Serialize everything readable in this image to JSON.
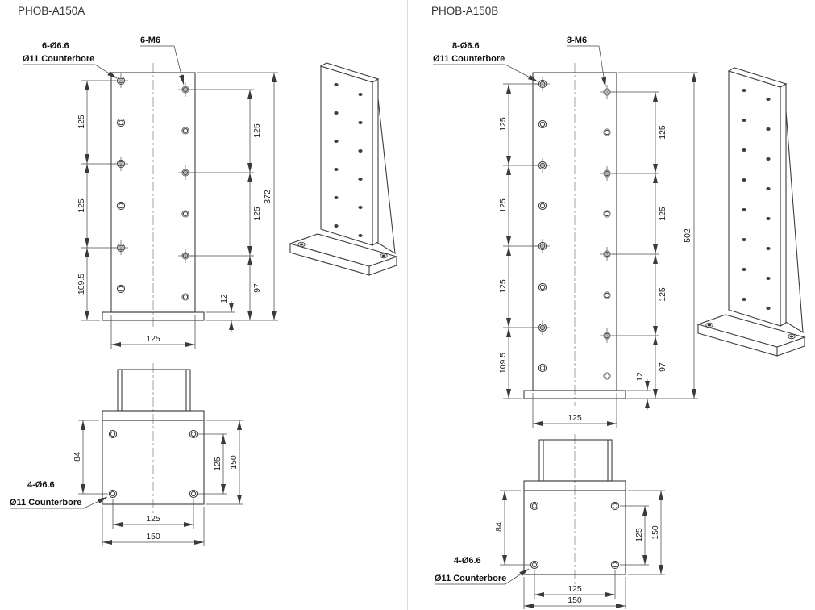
{
  "colors": {
    "ink": "#3c3c3c",
    "dim_line": "#4a4a4a",
    "centerline": "#8a8a8a",
    "divider": "#dcdcdc",
    "background": "#ffffff"
  },
  "panels": [
    {
      "title": "PHOB-A150A",
      "front": {
        "callout_cb": {
          "line1": "6-Ø6.6",
          "line2": "Ø11 Counterbore"
        },
        "callout_tap": "6-M6",
        "dims_left": [
          "125",
          "125",
          "109.5"
        ],
        "dims_right": [
          "125",
          "125",
          "97"
        ],
        "dim_thickness": "12",
        "dim_height": "372",
        "dim_width": "125"
      },
      "bottom": {
        "callout": {
          "line1": "4-Ø6.6",
          "line2": "Ø11 Counterbore"
        },
        "dim_side": "84",
        "dim_holes_depth": "125",
        "dim_depth": "150",
        "dim_holes_width": "125",
        "dim_width": "150"
      }
    },
    {
      "title": "PHOB-A150B",
      "front": {
        "callout_cb": {
          "line1": "8-Ø6.6",
          "line2": "Ø11 Counterbore"
        },
        "callout_tap": "8-M6",
        "dims_left": [
          "125",
          "125",
          "125",
          "109.5"
        ],
        "dims_right": [
          "125",
          "125",
          "125",
          "97"
        ],
        "dim_thickness": "12",
        "dim_height": "502",
        "dim_width": "125"
      },
      "bottom": {
        "callout": {
          "line1": "4-Ø6.6",
          "line2": "Ø11 Counterbore"
        },
        "dim_side": "84",
        "dim_holes_depth": "125",
        "dim_depth": "150",
        "dim_holes_width": "125",
        "dim_width": "150"
      }
    }
  ]
}
